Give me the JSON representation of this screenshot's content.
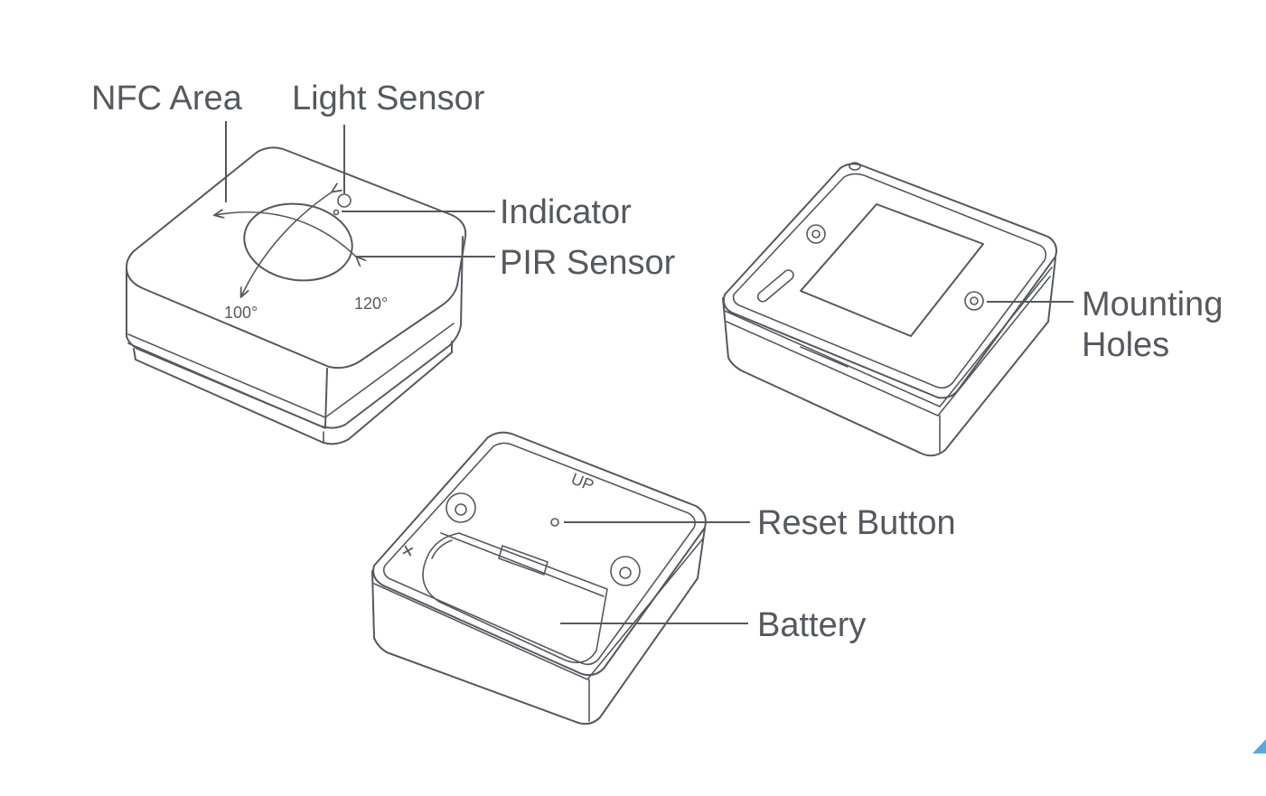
{
  "labels": {
    "nfc_area": "NFC Area",
    "light_sensor": "Light Sensor",
    "indicator": "Indicator",
    "pir_sensor": "PIR Sensor",
    "angle_100": "100°",
    "angle_120": "120°",
    "mounting_holes_line1": "Mounting",
    "mounting_holes_line2": "Holes",
    "up_mark": "UP",
    "reset_button": "Reset Button",
    "battery": "Battery",
    "plus_mark": "+"
  },
  "colors": {
    "line": "#55595f",
    "corner_accent": "#5aa9dc"
  }
}
